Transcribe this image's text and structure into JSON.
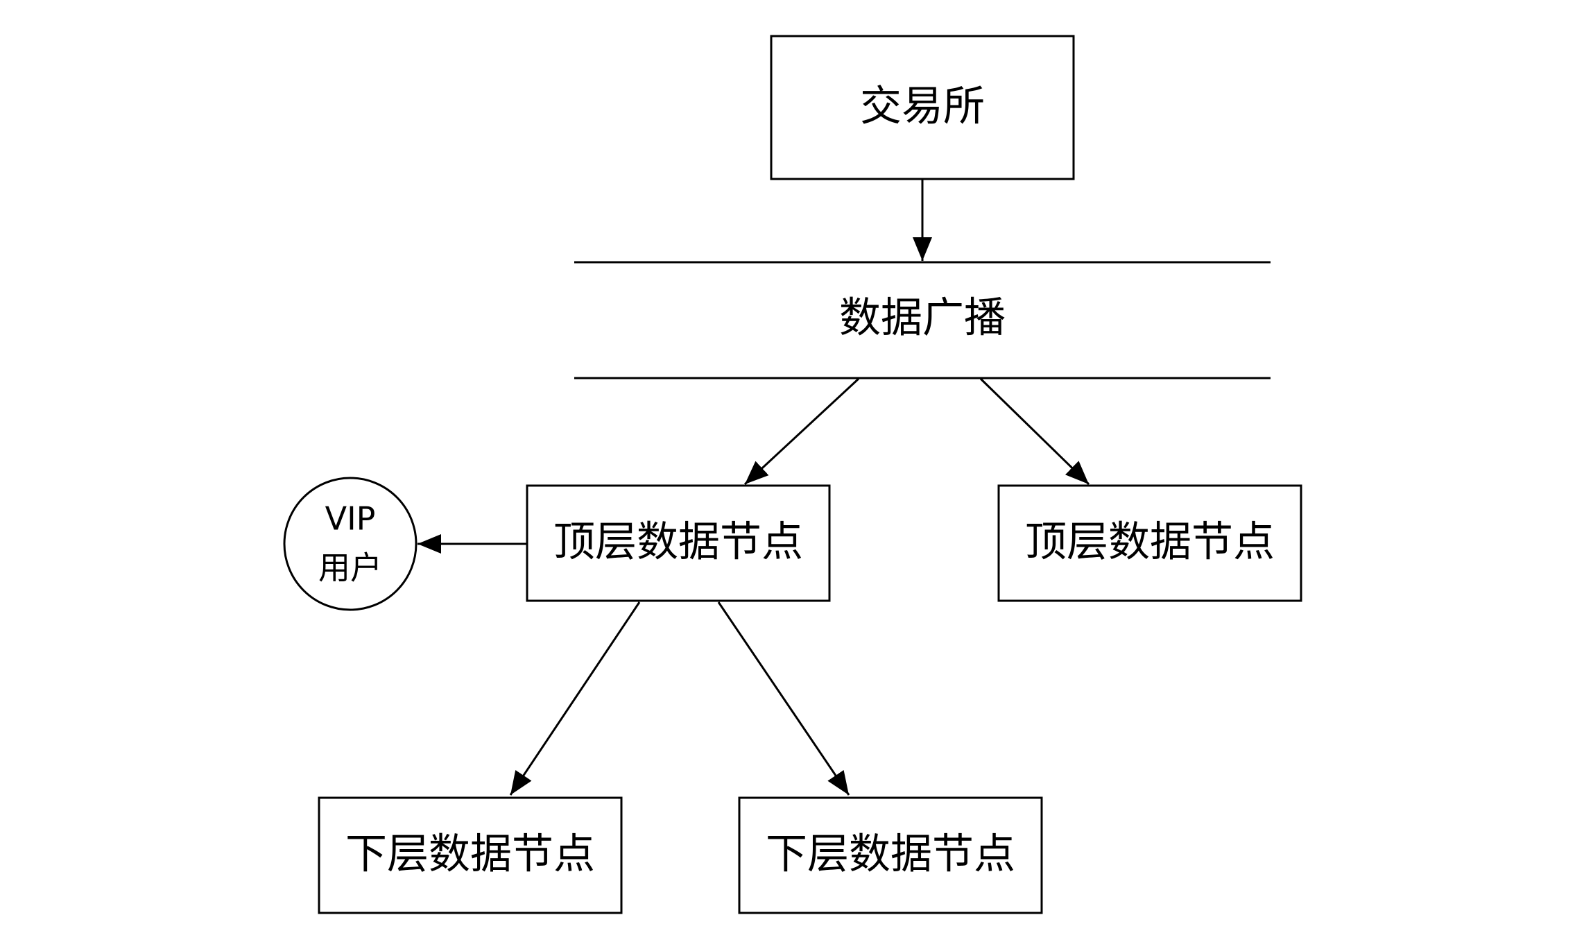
{
  "nodes": {
    "exchange": "交易所",
    "broadcast": "数据广播",
    "top_node_left": "顶层数据节点",
    "top_node_right": "顶层数据节点",
    "vip_line1": "VIP",
    "vip_line2": "用户",
    "lower_node_left": "下层数据节点",
    "lower_node_right": "下层数据节点"
  },
  "colors": {
    "stroke": "#000000",
    "background": "#ffffff"
  }
}
